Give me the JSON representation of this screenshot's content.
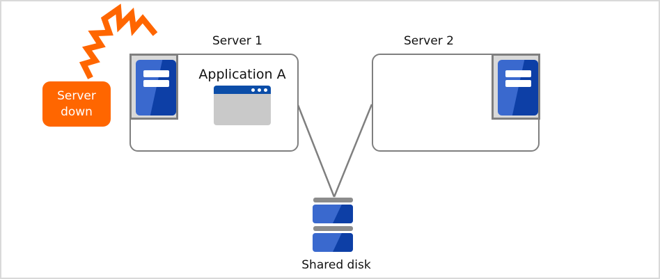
{
  "nodes": {
    "server1": {
      "label": "Server 1"
    },
    "server2": {
      "label": "Server 2"
    },
    "application": {
      "label": "Application A"
    },
    "shared_disk": {
      "label": "Shared disk"
    },
    "alert": {
      "line1": "Server",
      "line2": "down"
    }
  },
  "icons": {
    "server1_icon": "server-tower-icon",
    "server2_icon": "server-tower-icon",
    "application_icon": "application-window-icon",
    "shared_disk_icon": "disk-stack-icon",
    "failure_icon": "lightning-crash-icon"
  },
  "colors": {
    "alert_orange": "#ff6600",
    "box_border_gray": "#7f7f7f",
    "connector_gray": "#7f7f7f",
    "panel_gray": "#d9d9d9",
    "tower_blue_light": "#3a69ce",
    "tower_blue_dark": "#0d3fa6",
    "window_titlebar_blue": "#0b4da8",
    "window_body_gray": "#c9c9c9",
    "disk_bar_gray": "#8c8c8c",
    "background": "#ffffff"
  }
}
